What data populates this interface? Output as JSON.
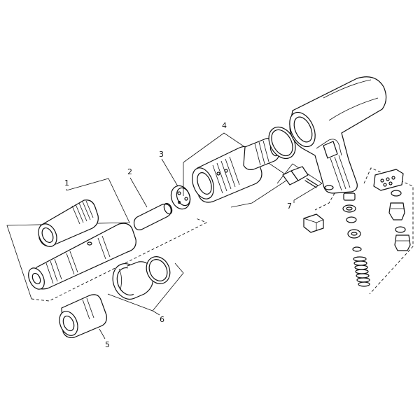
{
  "diagram": {
    "callouts": [
      {
        "id": "callout-1",
        "label": "1"
      },
      {
        "id": "callout-2",
        "label": "2"
      },
      {
        "id": "callout-3",
        "label": "3"
      },
      {
        "id": "callout-4",
        "label": "4"
      },
      {
        "id": "callout-5",
        "label": "5"
      },
      {
        "id": "callout-6",
        "label": "6"
      },
      {
        "id": "callout-7",
        "label": "7"
      }
    ]
  },
  "colors": {
    "line": "#111111",
    "background": "#ffffff"
  }
}
